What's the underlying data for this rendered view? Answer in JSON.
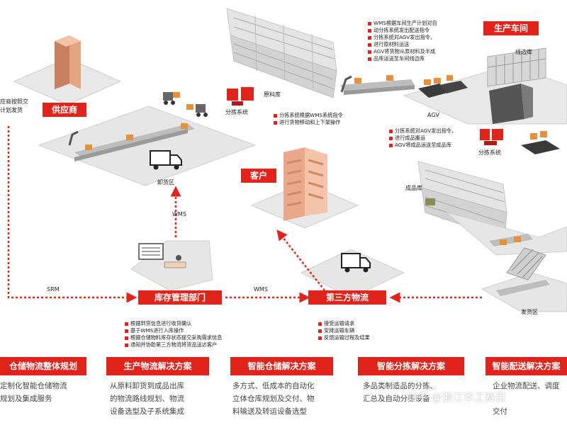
{
  "nodes": {
    "supplier": "供应商",
    "workshop": "生产车间",
    "customer": "客户",
    "inventory_dept": "库存管理部门",
    "third_party": "第三方物流"
  },
  "labels": {
    "supplier_note": [
      "应商按照交",
      "计划发货"
    ],
    "raw_store": "原料库",
    "sort_top": "分拣系统",
    "sort_right": "分拣系统",
    "line_store": "线边库",
    "agv": "AGV",
    "finished_store": "成品库",
    "unload_area": "卸货区",
    "ship_area": "发货区",
    "wms_vertical": "WMS",
    "srm": "SRM",
    "wms_horizontal": "WMS"
  },
  "notes": {
    "top_right": [
      "WMS根据车间生产计划对自",
      "动分拣系统发出配送指令",
      "分拣系统对AGV发出指令，",
      "进行原材料运送",
      "AGV将货物从原材料及半成",
      "品库运送至车间线边库"
    ],
    "middle": [
      "分拣系统根据WMS系统指令",
      "进行货物移动和上下架操作"
    ],
    "right": [
      "分拣系统对AGV发出指令，",
      "进行成品搬运",
      "AGV将成品运送至成品库"
    ],
    "inventory": [
      "根据到货信息进行收货确认",
      "基于WMS进行入库操作",
      "根据仓储物料库存状态提交采购需求信息",
      "通知并协助第三方物流将货品送达客户"
    ],
    "logistics": [
      "接受运输请求",
      "安排运输车辆",
      "反馈运输过程及结果"
    ]
  },
  "solutions": [
    {
      "title": "仓储物流整体规划",
      "desc": "定制化智能仓储物流\n规划及集成服务"
    },
    {
      "title": "生产物流解决方案",
      "desc": "从原料卸货到成品出库\n的物流路线规划、物流\n设备选型及子系统集成"
    },
    {
      "title": "智能仓储解决方案",
      "desc": "多方式、低成本的自动化\n立体仓库规划及交付、物\n料输送及转运设备选型"
    },
    {
      "title": "智能分拣解决方案",
      "desc": "多品类制造品的分拣、\n汇总及自动分拣设备\n"
    },
    {
      "title": "智能配送解决方案",
      "desc": "企业物流配送、调度\n\n交付"
    }
  ],
  "watermark": "知乎 @浙江华工赛百",
  "colors": {
    "accent": "#e0241c",
    "platform": "#e6e6e6",
    "building": "#f2b9a0"
  }
}
